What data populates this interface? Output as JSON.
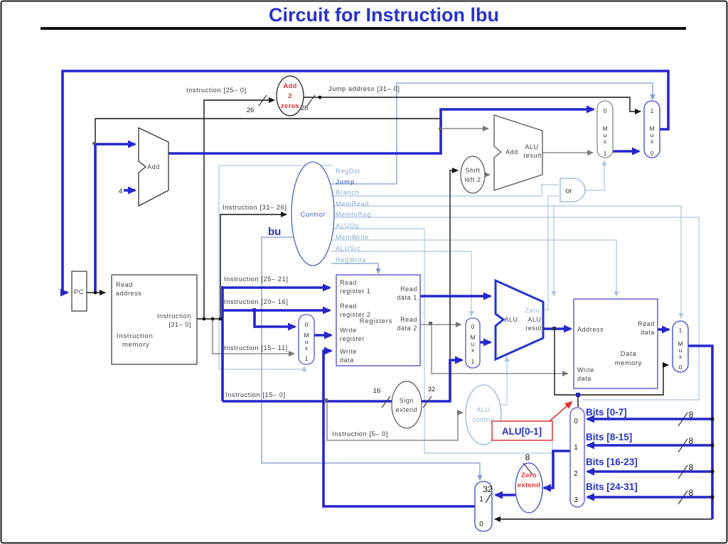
{
  "header": {
    "title": "Circuit for Instruction  lbu"
  },
  "colors": {
    "title_blue": "#2633cc",
    "wire_thick_blue": "#2526cd",
    "wire_light_blue": "#a9c7e4",
    "wire_medium_blue": "#7b9bd8",
    "control_label_blue": "#85abd0",
    "annotation_red": "#e23434",
    "box_blue": "#5555d0",
    "wire_black": "#111111",
    "wire_gray": "#777777"
  },
  "control": {
    "name": "Control",
    "signals": [
      "RegDst",
      "Jump",
      "Branch",
      "MemRead",
      "MemtoReg",
      "ALUOp",
      "MemWrite",
      "ALUSrc",
      "RegWrite"
    ]
  },
  "instruction_labels": {
    "i25_0": "Instruction [25– 0]",
    "jump_address": "Jump address [31– 0]",
    "i31_26": "Instruction [31– 26]",
    "i25_21": "Instruction [25– 21]",
    "i20_16": "Instruction [20– 16]",
    "i15_11": "Instruction [15– 11]",
    "i15_0": "Instruction [15– 0]",
    "i5_0": "Instruction [5– 0]"
  },
  "blocks": {
    "pc": "PC",
    "instruction_memory": {
      "read_address": [
        "Read",
        "address"
      ],
      "instruction_out": [
        "Instruction",
        "[31– 0]"
      ],
      "name": [
        "Instruction",
        "memory"
      ]
    },
    "registers": {
      "name": "Registers",
      "read_register_1": [
        "Read",
        "register 1"
      ],
      "read_register_2": [
        "Read",
        "register 2"
      ],
      "write_register": [
        "Write",
        "register"
      ],
      "write_data": [
        "Write",
        "data"
      ],
      "read_data_1": [
        "Read",
        "data 1"
      ],
      "read_data_2": [
        "Read",
        "data 2"
      ]
    },
    "data_memory": {
      "name": [
        "Data",
        "memory"
      ],
      "address": "Address",
      "write_data": [
        "Write",
        "data"
      ],
      "read_data": [
        "Read",
        "data"
      ]
    }
  },
  "ellipses": {
    "add_2_zeros": [
      "Add",
      "2",
      "zeros"
    ],
    "shift_left_2": [
      "Shift",
      "left 2"
    ],
    "sign_extend": [
      "Sign",
      "extend"
    ],
    "alu_control": [
      "ALU",
      "control"
    ],
    "zero_extend": [
      "Zero",
      "extend"
    ]
  },
  "alus": {
    "pc_add": "Add",
    "branch_add": {
      "name": "Add",
      "result": [
        "ALU",
        "result"
      ]
    },
    "main_alu": {
      "name": "ALU",
      "zero": "Zero",
      "result": [
        "ALU",
        "result"
      ]
    }
  },
  "mux": {
    "m": "M",
    "u": "u",
    "x": "x",
    "d0": "0",
    "d1": "1",
    "d2": "2",
    "d3": "3"
  },
  "bit_widths": {
    "w4": "4",
    "w8": "8",
    "w16": "16",
    "w26": "26",
    "w28": "28",
    "w32": "32"
  },
  "byte_lines": [
    "Bits [0-7]",
    "Bits [8-15]",
    "Bits [16-23]",
    "Bits [24-31]"
  ],
  "annotations": {
    "bu": "bu",
    "alu_bits": "ALU[0-1]",
    "or": "or"
  }
}
